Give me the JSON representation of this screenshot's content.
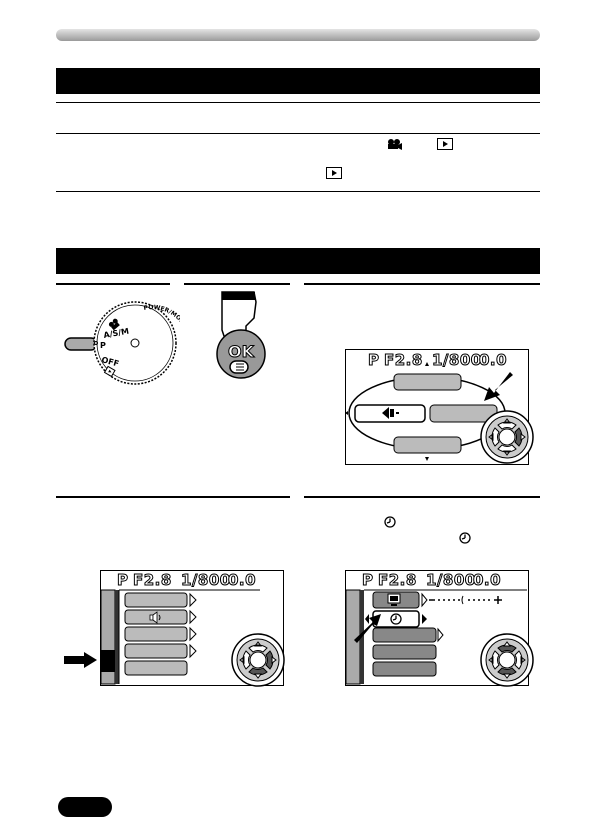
{
  "lcd_main": {
    "mode": "P",
    "aperture": "F2.8",
    "shutter": "1/800",
    "exposure": "0.0"
  },
  "lcd_left": {
    "mode": "P",
    "aperture": "F2.8",
    "shutter": "1/800",
    "exposure": "0.0"
  },
  "lcd_right": {
    "mode": "P",
    "aperture": "F2.8",
    "shutter": "1/800",
    "exposure": "0.0"
  },
  "dial": {
    "label": "POWER/MODE DIAL",
    "pos_asm": "A/S/M",
    "pos_p": "P",
    "pos_off": "OFF"
  },
  "ok_button": {
    "label": "OK"
  },
  "icons": [
    "movie-icon",
    "playback-icon",
    "clock-icon",
    "speaker-icon",
    "arrow-pointer-icon"
  ]
}
